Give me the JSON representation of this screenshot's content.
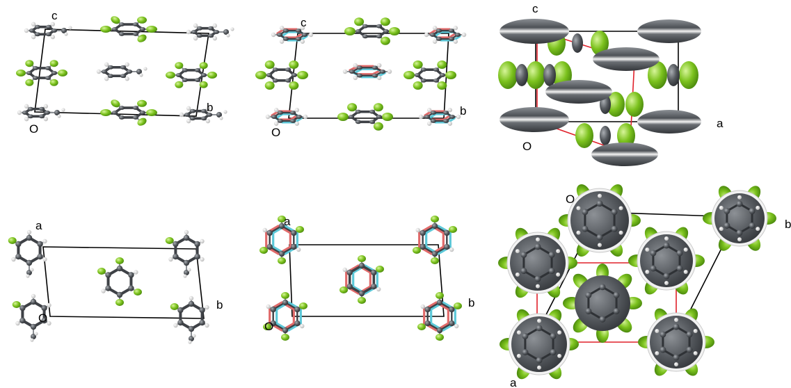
{
  "colors": {
    "carbon": "#55595e",
    "carbon_light": "#b8bcc0",
    "fluorine": "#7cc21e",
    "fluorine_light": "#c8ef7a",
    "hydrogen": "#f2f2f2",
    "disorder_red": "#e06a6a",
    "disorder_cyan": "#5cc8d8",
    "cell_line": "#000000",
    "cell_red": "#e0202a",
    "background": "#ffffff"
  },
  "panels": [
    {
      "id": "top-left",
      "labels": {
        "c": "c",
        "origin": "O",
        "b": "b"
      }
    },
    {
      "id": "top-middle",
      "labels": {
        "c": "c",
        "origin": "O",
        "b": "b"
      }
    },
    {
      "id": "top-right",
      "labels": {
        "c": "c",
        "origin": "O",
        "a": "a"
      }
    },
    {
      "id": "bottom-left",
      "labels": {
        "a": "a",
        "origin": "O",
        "b": "b"
      }
    },
    {
      "id": "bottom-middle",
      "labels": {
        "a": "a",
        "origin": "O",
        "b": "b"
      }
    },
    {
      "id": "bottom-right",
      "labels": {
        "origin": "O",
        "b": "b",
        "a": "a"
      }
    }
  ]
}
